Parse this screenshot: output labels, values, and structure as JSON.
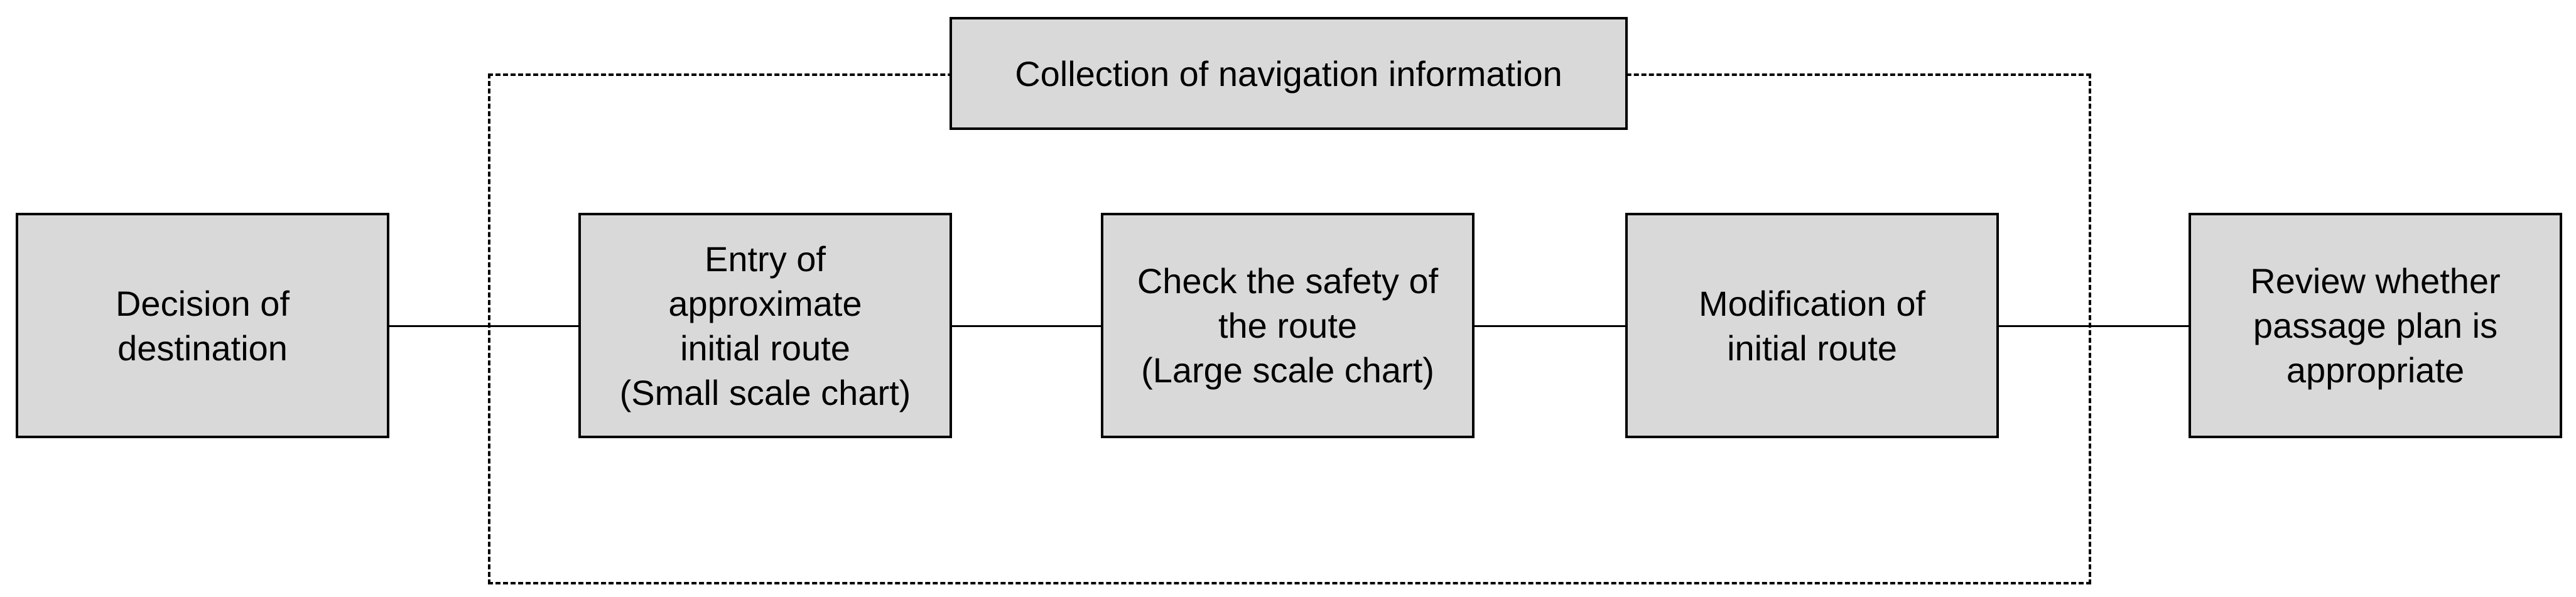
{
  "diagram": {
    "collection_box": {
      "label": "Collection of navigation information"
    },
    "steps": [
      {
        "label": "Decision of\ndestination"
      },
      {
        "label": "Entry of\napproximate\ninitial route\n(Small scale chart)"
      },
      {
        "label": "Check the safety of\nthe route\n(Large scale chart)"
      },
      {
        "label": "Modification of\ninitial route"
      },
      {
        "label": "Review whether\npassage plan is\nappropriate"
      }
    ]
  },
  "colors": {
    "box_fill": "#d9d9d9",
    "border": "#000000",
    "background": "#ffffff"
  }
}
